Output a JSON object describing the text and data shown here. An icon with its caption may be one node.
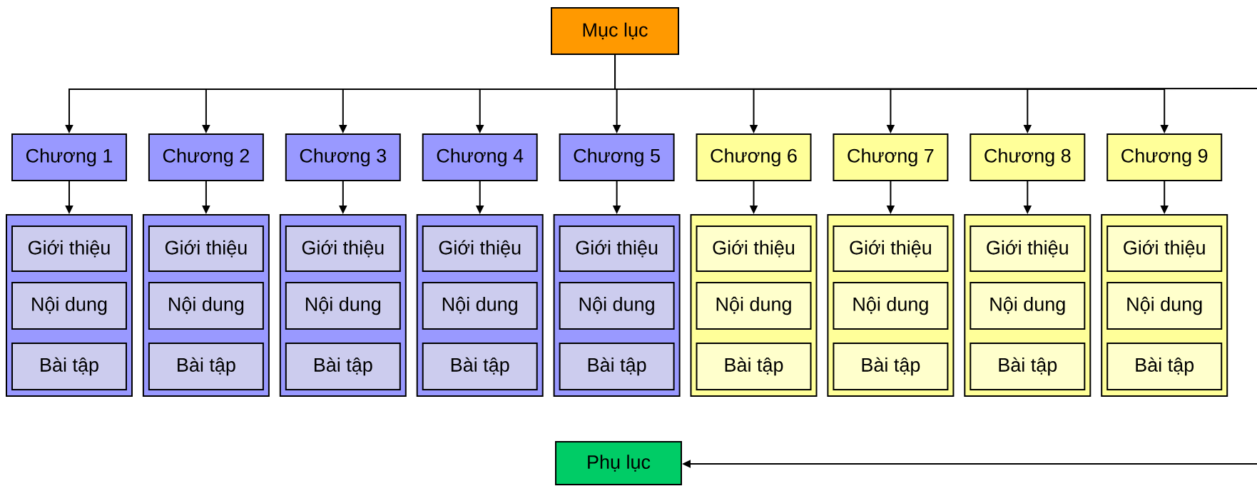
{
  "diagram": {
    "nodes": [
      {
        "text": [
          "Mục lục"
        ]
      },
      {
        "text": [
          "Chương 1"
        ]
      },
      {
        "text": [
          "Chương 2"
        ]
      },
      {
        "text": [
          "Chương 3"
        ]
      },
      {
        "text": [
          "Chương 4"
        ]
      },
      {
        "text": [
          "Chương 5"
        ]
      },
      {
        "text": [
          "Chương 6"
        ]
      },
      {
        "text": [
          "Chương 7"
        ]
      },
      {
        "text": [
          "Chương 8"
        ]
      },
      {
        "text": [
          "Chương 9"
        ]
      },
      {
        "text": [],
        "shape": "box"
      },
      {
        "text": [
          "Giới thiệu"
        ],
        "in": 10
      },
      {
        "text": [
          "Nội dung"
        ],
        "in": 10
      },
      {
        "text": [
          "Bài tập"
        ],
        "in": 10
      },
      {
        "text": [],
        "shape": "box"
      },
      {
        "text": [
          "Giới thiệu"
        ],
        "in": 14
      },
      {
        "text": [
          "Nội dung"
        ],
        "in": 14
      },
      {
        "text": [
          "Bài tập"
        ],
        "in": 14
      },
      {
        "text": [],
        "shape": "box"
      },
      {
        "text": [
          "Giới thiệu"
        ],
        "in": 18
      },
      {
        "text": [
          "Nội dung"
        ],
        "in": 18
      },
      {
        "text": [
          "Bài tập"
        ],
        "in": 18
      },
      {
        "text": [],
        "shape": "box"
      },
      {
        "text": [
          "Giới thiệu"
        ],
        "in": 22
      },
      {
        "text": [
          "Nội dung"
        ],
        "in": 22
      },
      {
        "text": [
          "Bài tập"
        ],
        "in": 22
      },
      {
        "text": [],
        "shape": "box"
      },
      {
        "text": [
          "Giới thiệu"
        ],
        "in": 26
      },
      {
        "text": [
          "Nội dung"
        ],
        "in": 26
      },
      {
        "text": [
          "Bài tập"
        ],
        "in": 26
      },
      {
        "text": [],
        "shape": "box"
      },
      {
        "text": [
          "Giới thiệu"
        ],
        "in": 30
      },
      {
        "text": [
          "Nội dung"
        ],
        "in": 30
      },
      {
        "text": [
          "Bài tập"
        ],
        "in": 30
      },
      {
        "text": [],
        "shape": "box"
      },
      {
        "text": [
          "Giới thiệu"
        ],
        "in": 34
      },
      {
        "text": [
          "Nội dung"
        ],
        "in": 34
      },
      {
        "text": [
          "Bài tập"
        ],
        "in": 34
      },
      {
        "text": [],
        "shape": "box"
      },
      {
        "text": [
          "Giới thiệu"
        ],
        "in": 38
      },
      {
        "text": [
          "Nội dung"
        ],
        "in": 38
      },
      {
        "text": [
          "Bài tập"
        ],
        "in": 38
      },
      {
        "text": [],
        "shape": "box"
      },
      {
        "text": [
          "Giới thiệu"
        ],
        "in": 42
      },
      {
        "text": [
          "Nội dung"
        ],
        "in": 42
      },
      {
        "text": [
          "Bài tập"
        ],
        "in": 42
      },
      {
        "text": [
          "Phụ lục"
        ]
      }
    ],
    "edges": [
      {
        "from": 0,
        "to": 1,
        "arrow": "to"
      },
      {
        "from": 0,
        "to": 2,
        "arrow": "to"
      },
      {
        "from": 0,
        "to": 3,
        "arrow": "to"
      },
      {
        "from": 0,
        "to": 4,
        "arrow": "to"
      },
      {
        "from": 0,
        "to": 5,
        "arrow": "to"
      },
      {
        "from": 0,
        "to": 6,
        "arrow": "to"
      },
      {
        "from": 0,
        "to": 7,
        "arrow": "to"
      },
      {
        "from": 0,
        "to": 8,
        "arrow": "to"
      },
      {
        "from": 0,
        "to": 9,
        "arrow": "to"
      },
      {
        "from": 1,
        "to": 10,
        "arrow": "to"
      },
      {
        "from": 2,
        "to": 14,
        "arrow": "to"
      },
      {
        "from": 3,
        "to": 18,
        "arrow": "to"
      },
      {
        "from": 4,
        "to": 22,
        "arrow": "to"
      },
      {
        "from": 5,
        "to": 26,
        "arrow": "to"
      },
      {
        "from": 6,
        "to": 30,
        "arrow": "to"
      },
      {
        "from": 7,
        "to": 34,
        "arrow": "to"
      },
      {
        "from": 8,
        "to": 38,
        "arrow": "to"
      },
      {
        "from": 9,
        "to": 42,
        "arrow": "to"
      },
      {
        "from": 0,
        "to": null,
        "arrow": "none"
      },
      {
        "from": null,
        "to": 46,
        "arrow": "to"
      }
    ]
  }
}
